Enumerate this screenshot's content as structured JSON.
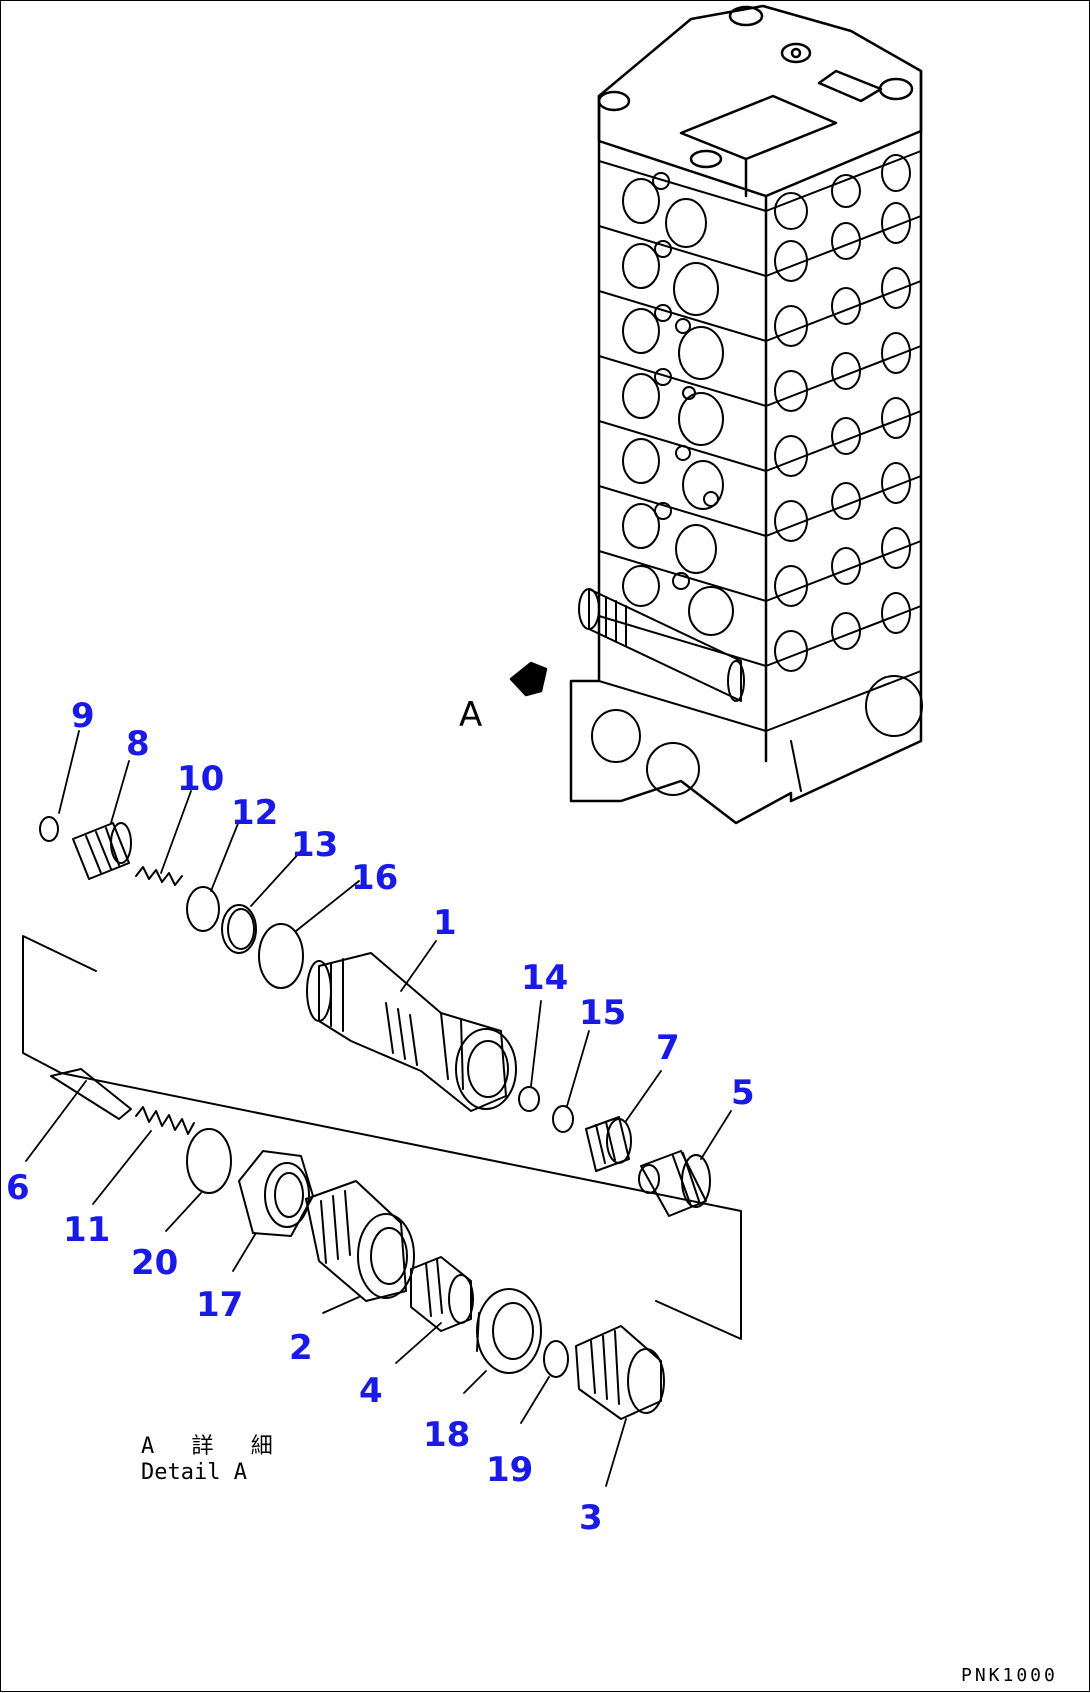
{
  "view_marker": "A",
  "detail_label_ja": "A 詳 細",
  "detail_label_en": "Detail A",
  "drawing_code": "PNK1000",
  "callouts": [
    "9",
    "8",
    "10",
    "12",
    "13",
    "16",
    "1",
    "14",
    "15",
    "7",
    "5",
    "6",
    "11",
    "20",
    "17",
    "2",
    "4",
    "18",
    "19",
    "3"
  ],
  "colors": {
    "callout": "#1a1ae6",
    "line": "#000000"
  }
}
